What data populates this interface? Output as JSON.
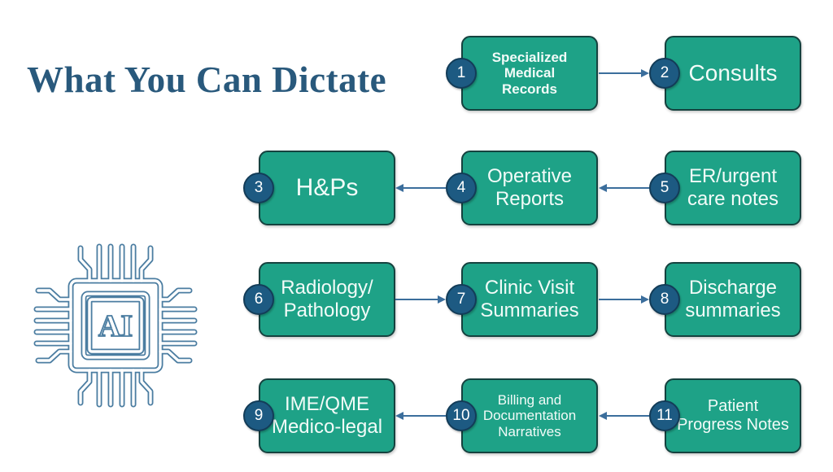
{
  "title": "What You Can Dictate",
  "ai_chip_label": "AI",
  "colors": {
    "box_fill": "#1ea287",
    "box_border": "#15423f",
    "badge_fill": "#1d5a82",
    "badge_border": "#133c58",
    "arrow": "#3b6e9c",
    "title_text": "#29597c",
    "box_text": "#f2fbf8",
    "chip_outline": "#4b7da1"
  },
  "boxes": [
    {
      "number": "1",
      "label": "Specialized\nMedical\nRecords"
    },
    {
      "number": "2",
      "label": "Consults"
    },
    {
      "number": "3",
      "label": "H&Ps"
    },
    {
      "number": "4",
      "label": "Operative\nReports"
    },
    {
      "number": "5",
      "label": "ER/urgent\ncare notes"
    },
    {
      "number": "6",
      "label": "Radiology/\nPathology"
    },
    {
      "number": "7",
      "label": "Clinic Visit\nSummaries"
    },
    {
      "number": "8",
      "label": "Discharge\nsummaries"
    },
    {
      "number": "9",
      "label": "IME/QME\nMedico-legal"
    },
    {
      "number": "10",
      "label": "Billing and\nDocumentation\nNarratives"
    },
    {
      "number": "11",
      "label": "Patient\nProgress Notes"
    }
  ],
  "connections": [
    {
      "from": "1",
      "to": "2"
    },
    {
      "from": "4",
      "to": "3"
    },
    {
      "from": "5",
      "to": "4"
    },
    {
      "from": "6",
      "to": "7"
    },
    {
      "from": "7",
      "to": "8"
    },
    {
      "from": "10",
      "to": "9"
    },
    {
      "from": "11",
      "to": "10"
    }
  ]
}
